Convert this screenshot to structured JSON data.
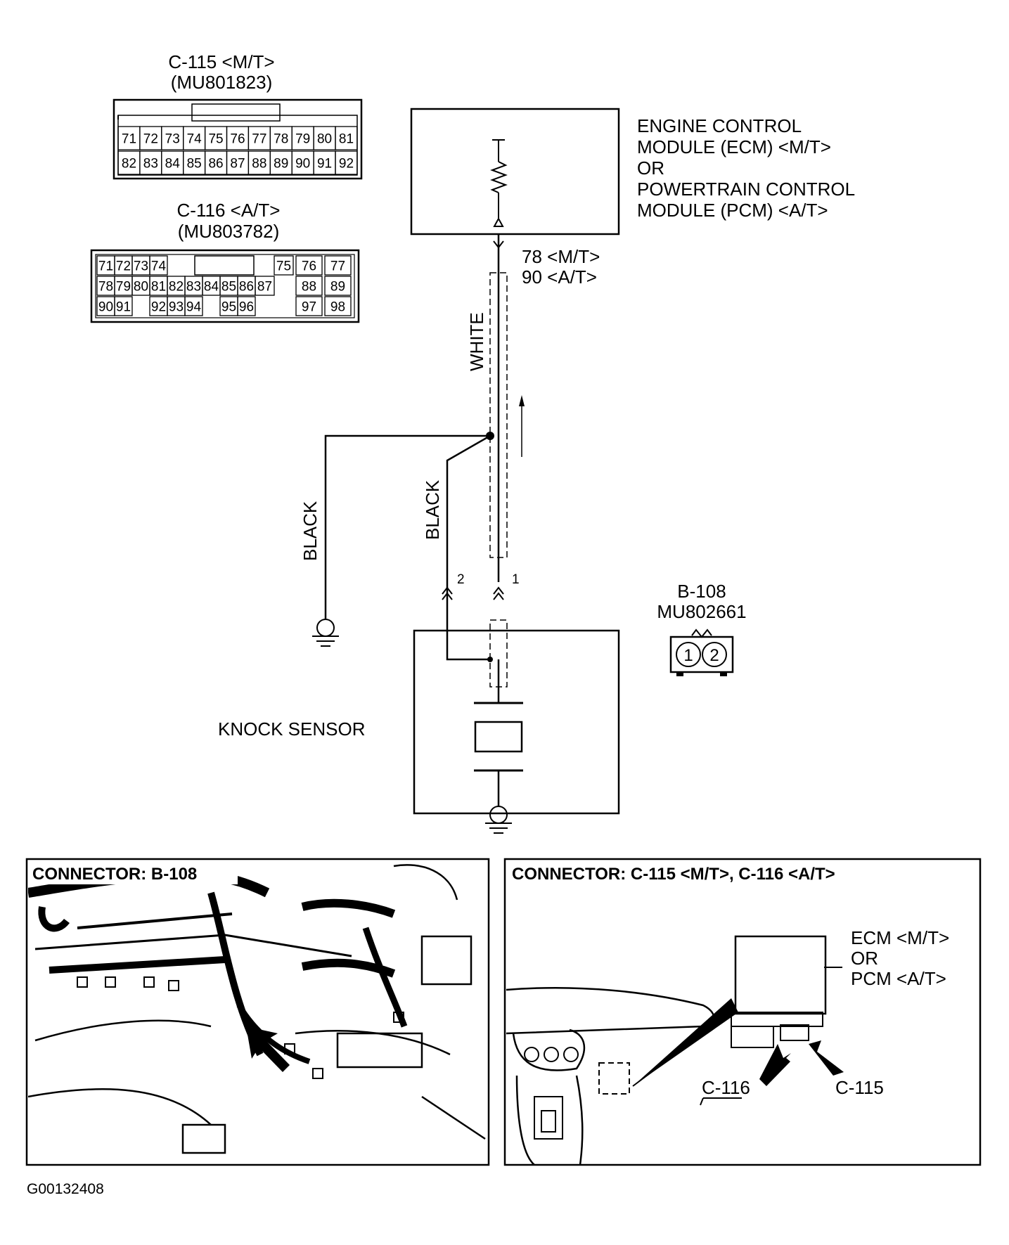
{
  "connector_c115": {
    "title": "C-115 <M/T>",
    "part": "(MU801823)",
    "row1": [
      "71",
      "72",
      "73",
      "74",
      "75",
      "76",
      "77",
      "78",
      "79",
      "80",
      "81"
    ],
    "row2": [
      "82",
      "83",
      "84",
      "85",
      "86",
      "87",
      "88",
      "89",
      "90",
      "91",
      "92"
    ]
  },
  "connector_c116": {
    "title": "C-116 <A/T>",
    "part": "(MU803782)",
    "row1": [
      "71",
      "72",
      "73",
      "74",
      "75",
      "76",
      "77"
    ],
    "row2": [
      "78",
      "79",
      "80",
      "81",
      "82",
      "83",
      "84",
      "85",
      "86",
      "87",
      "88",
      "89"
    ],
    "row3": [
      "90",
      "91",
      "92",
      "93",
      "94",
      "95",
      "96",
      "97",
      "98"
    ]
  },
  "ecm": {
    "line1": "ENGINE CONTROL",
    "line2": "MODULE (ECM) <M/T>",
    "line3": "OR",
    "line4": "POWERTRAIN CONTROL",
    "line5": "MODULE (PCM) <A/T>"
  },
  "pins": {
    "mt": "78 <M/T>",
    "at": "90 <A/T>",
    "pin1": "1",
    "pin2": "2"
  },
  "wires": {
    "white": "WHITE",
    "black_left": "BLACK",
    "black_right": "BLACK"
  },
  "connector_b108": {
    "name": "B-108",
    "part": "MU802661",
    "pin1": "1",
    "pin2": "2"
  },
  "knock_sensor": {
    "label": "KNOCK SENSOR"
  },
  "panel_left": {
    "title": "CONNECTOR: B-108"
  },
  "panel_right": {
    "title": "CONNECTOR: C-115 <M/T>, C-116 <A/T>",
    "ecm_line1": "ECM <M/T>",
    "ecm_line2": "OR",
    "ecm_line3": "PCM <A/T>",
    "c116": "C-116",
    "c115": "C-115"
  },
  "figure_id": "G00132408"
}
